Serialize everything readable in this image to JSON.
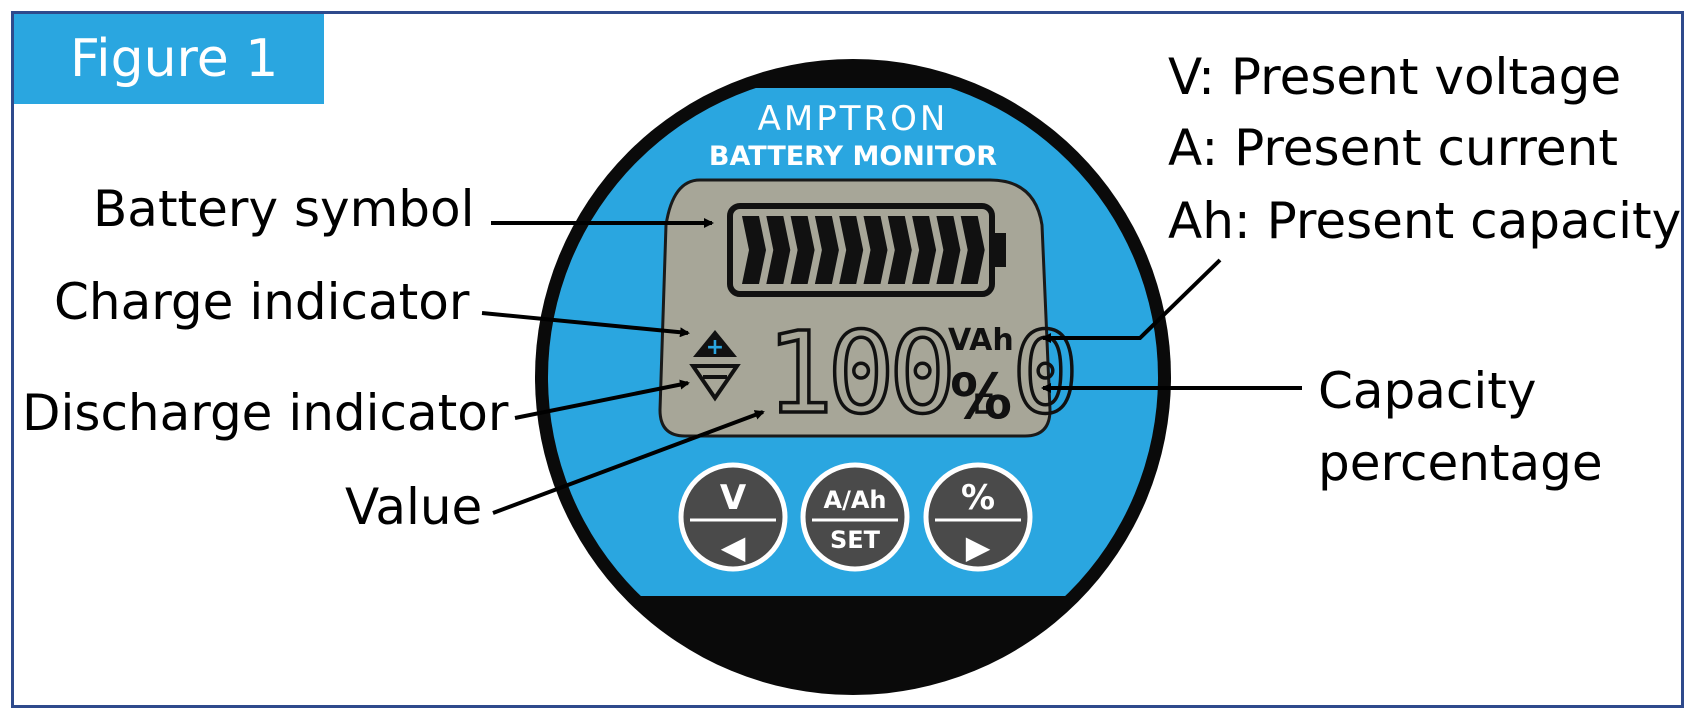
{
  "figure_label": "Figure 1",
  "device": {
    "brand": "AMPTRON",
    "subtitle": "BATTERY MONITOR",
    "display_value": "100.0",
    "unit_top": "VAh",
    "unit_bottom": "%",
    "battery_bars": 10,
    "buttons": [
      {
        "top": "V",
        "bottom": "◀"
      },
      {
        "top": "A/Ah",
        "bottom": "SET"
      },
      {
        "top": "%",
        "bottom": "▶"
      }
    ]
  },
  "callouts": {
    "battery_symbol": "Battery symbol",
    "charge_indicator": "Charge indicator",
    "discharge_indicator": "Discharge indicator",
    "value": "Value",
    "capacity_line1": "Capacity",
    "capacity_line2": "percentage"
  },
  "legend": [
    "V: Present voltage",
    "A: Present current",
    "Ah: Present capacity"
  ],
  "colors": {
    "accent_blue": "#2aa6e0",
    "bezel": "#0a0a0a",
    "lcd": "#a7a698",
    "frame": "#2e4a8c"
  }
}
